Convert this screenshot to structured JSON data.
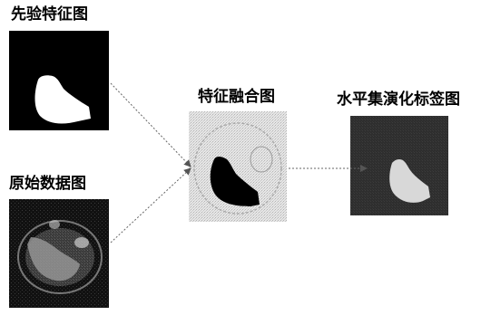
{
  "labels": {
    "prior_feature_map": "先验特征图",
    "raw_data_map": "原始数据图",
    "feature_fusion_map": "特征融合图",
    "level_set_evolution_label_map": "水平集演化标签图"
  }
}
